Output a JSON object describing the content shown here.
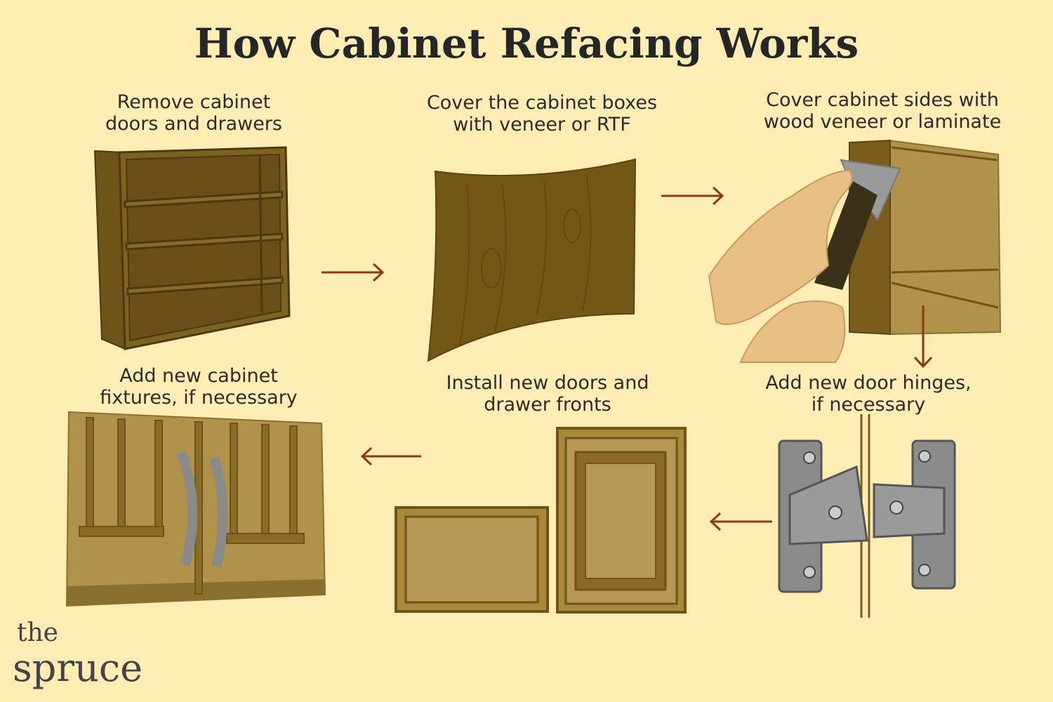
{
  "title": "How Cabinet Refacing Works",
  "steps": [
    {
      "label": "Remove cabinet\ndoors and drawers",
      "icon": "empty-cabinet"
    },
    {
      "label": "Cover the cabinet boxes\nwith veneer or RTF",
      "icon": "veneer-sheet"
    },
    {
      "label": "Cover cabinet sides with\nwood veneer or laminate",
      "icon": "hands-applying-veneer"
    },
    {
      "label": "Add new door hinges,\nif necessary",
      "icon": "door-hinge"
    },
    {
      "label": "Install new doors and\ndrawer fronts",
      "icon": "door-and-drawer-front"
    },
    {
      "label": "Add new cabinet\nfixtures, if necessary",
      "icon": "cabinet-with-handles"
    }
  ],
  "logo": {
    "line1": "the",
    "line2": "spruce"
  },
  "colors": {
    "background": "#fdecb4",
    "arrow": "#8b3a12",
    "wood_dark": "#6e5418",
    "wood_light": "#a98a3c",
    "metal": "#8a8a8a"
  }
}
